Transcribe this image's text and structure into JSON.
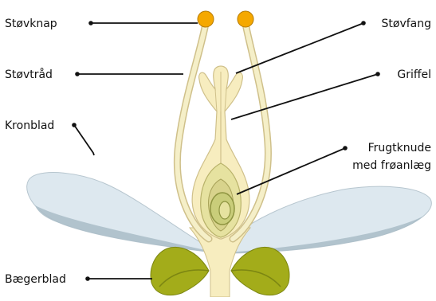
{
  "labels": {
    "stovknap": "Støvknap",
    "stovtraad": "Støvtråd",
    "kronblad": "Kronblad",
    "baegerblad": "Bægerblad",
    "stovfang": "Støvfang",
    "griffel": "Griffel",
    "frugtknude_line1": "Frugtknude",
    "frugtknude_line2": "med frøanlæg"
  },
  "colors": {
    "petal": "#dde8ef",
    "petal_shade": "#a9bcc7",
    "pistil": "#f7edbf",
    "pistil_outline": "#cfc08a",
    "ovary_inner": "#e6e2a0",
    "ovule": "#c9cd7a",
    "stamen_filament": "#f5efc8",
    "anther": "#f5a800",
    "sepal": "#a3ac1a",
    "sepal_dark": "#7c8612",
    "leader_line": "#111111"
  }
}
